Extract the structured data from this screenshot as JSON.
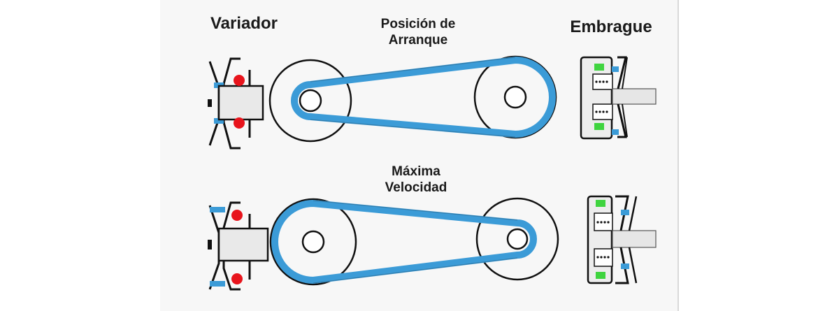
{
  "labels": {
    "variador": "Variador",
    "embrague": "Embrague",
    "start_position_line1": "Posición de",
    "start_position_line2": "Arranque",
    "max_speed_line1": "Máxima",
    "max_speed_line2": "Velocidad"
  },
  "colors": {
    "belt": "#3b9bd7",
    "ball": "#e8141c",
    "spring_pad": "#3fd43f",
    "outline": "#111111",
    "shaft_fill": "#e6e6e6"
  }
}
